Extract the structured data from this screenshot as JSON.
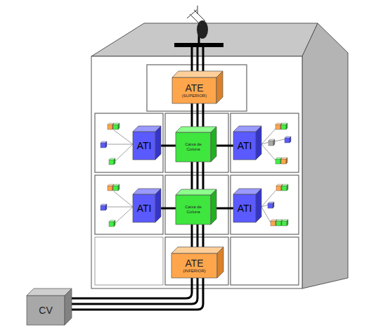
{
  "diagram": {
    "nodes": [
      {
        "text": [
          "ATE",
          "(SUPERIOR)"
        ]
      },
      {
        "text": [
          "ATI"
        ]
      },
      {
        "text": [
          "Caixa de Coluna"
        ]
      },
      {
        "text": [
          "ATI"
        ]
      },
      {
        "text": [
          "ATI"
        ]
      },
      {
        "text": [
          "Caixa de Coluna"
        ]
      },
      {
        "text": [
          "ATI"
        ]
      },
      {
        "text": [
          "ATE",
          "(INFERIOR)"
        ]
      },
      {
        "text": [
          "CV"
        ]
      }
    ],
    "edges": [
      {
        "from": 0,
        "to": 2,
        "arrow": "none"
      },
      {
        "from": 2,
        "to": 5,
        "arrow": "none"
      },
      {
        "from": 5,
        "to": 7,
        "arrow": "none"
      },
      {
        "from": 7,
        "to": 8,
        "arrow": "none"
      },
      {
        "from": 1,
        "to": 2,
        "arrow": "none"
      },
      {
        "from": 2,
        "to": 3,
        "arrow": "none"
      },
      {
        "from": 4,
        "to": 5,
        "arrow": "none"
      },
      {
        "from": 5,
        "to": 6,
        "arrow": "none"
      }
    ]
  }
}
